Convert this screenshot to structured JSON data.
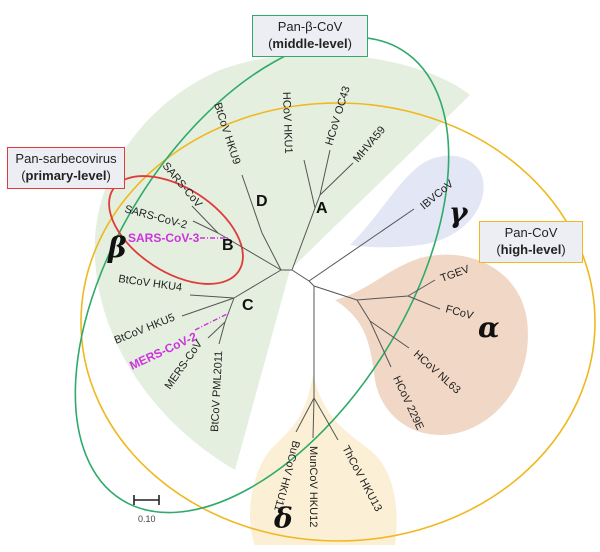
{
  "title": "Coronavirus phylogenetic tree with pan-level groupings",
  "boxes": {
    "sarbeco": {
      "line1": "Pan-sarbecovirus",
      "line2_open": "(",
      "line2_bold": "primary-level",
      "line2_close": ")",
      "color": "#e03a3a"
    },
    "beta": {
      "line1": "Pan-β-CoV",
      "line2_open": "(",
      "line2_bold": "middle-level",
      "line2_close": ")",
      "color": "#2faa6a"
    },
    "pancov": {
      "line1": "Pan-CoV",
      "line2_open": "(",
      "line2_bold": "high-level",
      "line2_close": ")",
      "color": "#f0b820"
    }
  },
  "genera": {
    "beta": {
      "symbol": "β",
      "color": "#e5efdf"
    },
    "gamma": {
      "symbol": "γ",
      "color": "#e3e6f4"
    },
    "alpha": {
      "symbol": "α",
      "color": "#f1d8c6"
    },
    "delta": {
      "symbol": "δ",
      "color": "#fbf0d6"
    }
  },
  "lineages": {
    "A": "A",
    "B": "B",
    "C": "C",
    "D": "D"
  },
  "leaves": {
    "btcov_hku9": "BtCoV HKU9",
    "hcov_hku1": "HCoV HKU1",
    "hcov_oc43": "HCoV OC43",
    "mhva59": "MHVA59",
    "sars_cov": "SARS-CoV",
    "sars_cov_2": "SARS-CoV-2",
    "sars_cov_3": "SARS-CoV-3",
    "btcov_hku4": "BtCoV HKU4",
    "btcov_hku5": "BtCoV HKU5",
    "mers_cov_2": "MERS-CoV-2",
    "mers_cov": "MERS-CoV",
    "btcov_pml2011": "BtCoV PML2011",
    "ibvcov": "IBVCoV",
    "tgev": "TGEV",
    "fcov": "FCoV",
    "hcov_nl63": "HCoV NL63",
    "hcov_229e": "HCoV 229E",
    "bucov_hku11": "BuCoV HKU11",
    "muncov_hku12": "MunCoV HKU12",
    "thcov_hku13": "ThCoV HKU13"
  },
  "highlight_color": "#cc33dd",
  "scale_bar": {
    "label": "0.10"
  }
}
